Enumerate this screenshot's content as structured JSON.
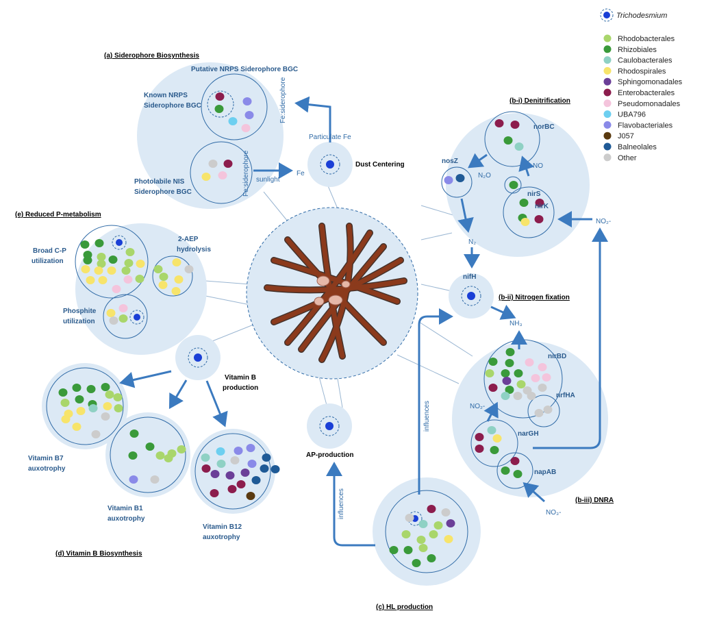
{
  "legend": {
    "trichodesmium": "Trichodesmium",
    "items": [
      {
        "label": "Rhodobacterales",
        "color": "#a9d66b"
      },
      {
        "label": "Rhizobiales",
        "color": "#3a9a3a"
      },
      {
        "label": "Caulobacterales",
        "color": "#8fd1c4"
      },
      {
        "label": "Rhodospirales",
        "color": "#f7e46b"
      },
      {
        "label": "Sphingomonadales",
        "color": "#6b3f98"
      },
      {
        "label": "Enterobacterales",
        "color": "#8c1d4d"
      },
      {
        "label": "Pseudomonadales",
        "color": "#f4c4dc"
      },
      {
        "label": "UBA796",
        "color": "#6dcff0"
      },
      {
        "label": "Flavobacteriales",
        "color": "#8a8ae8"
      },
      {
        "label": "J057",
        "color": "#5a3a10"
      },
      {
        "label": "Balneolales",
        "color": "#1f5a96"
      },
      {
        "label": "Other",
        "color": "#cccccc"
      }
    ]
  },
  "colors": {
    "circle_fill": "#dce9f5",
    "stroke": "#2f6aa6",
    "arrow": "#3b7abf",
    "trichodesmium": "#1a3fd6",
    "filament": "#8b3a1c"
  },
  "sections": {
    "siderophore": "(a) Siderophore Biosynthesis",
    "denitrification": "(b-i) Denitrification",
    "nitrogen_fixation": "(b-ii) Nitrogen fixation",
    "dnra": "(b-iii) DNRA",
    "hl_production": "(c) HL production",
    "vitamin_b": "(d) Vitamin B Biosynthesis",
    "reduced_p": "(e) Reduced P-metabolism"
  },
  "labels": {
    "putative_nrps": "Putative NRPS Siderophore BGC",
    "known_nrps": [
      "Known NRPS",
      "Siderophore BGC"
    ],
    "photolabile": [
      "Photolabile NIS",
      "Siderophore BGC"
    ],
    "fe_siderophore": "Fe:siderophore",
    "sunlight": "sunlight",
    "fe": "Fe",
    "particulate_fe": "Particulate Fe",
    "dust_centering": "Dust Centering",
    "norBC": "norBC",
    "nosZ": "nosZ",
    "n2o": "N₂O",
    "no": "NO",
    "nirS": "nirS",
    "nirK": "nirK",
    "no2_in": "NO₂-",
    "n2": "N₂",
    "nifH": "nifH",
    "nh3": "NH₃",
    "nirBD": "nirBD",
    "nrfHA": "nrfHA",
    "no2_dnra": "NO₂-",
    "narGH": "narGH",
    "napAB": "napAB",
    "no3": "NO₃-",
    "influences": "influences",
    "ap_production": "AP-production",
    "vitamin_b_production": [
      "Vitamin B",
      "production"
    ],
    "broad_cp": [
      "Broad C-P",
      "utilization"
    ],
    "aep": [
      "2-AEP",
      "hydrolysis"
    ],
    "phosphite": [
      "Phosphite",
      "utilization"
    ],
    "b7": [
      "Vitamin B7",
      "auxotrophy"
    ],
    "b1": [
      "Vitamin B1",
      "auxotrophy"
    ],
    "b12": [
      "Vitamin B12",
      "auxotrophy"
    ]
  }
}
